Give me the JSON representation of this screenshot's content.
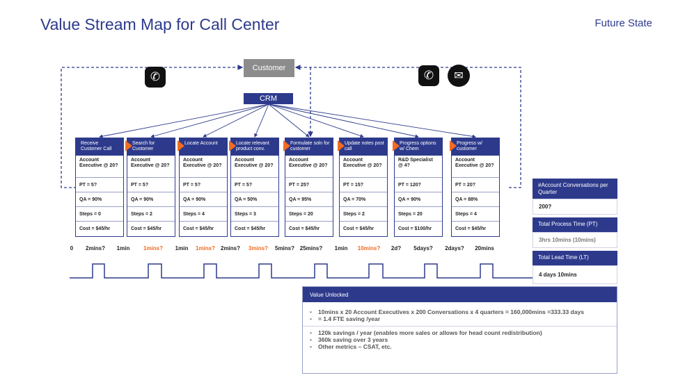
{
  "title": "Value Stream Map for Call Center",
  "state": "Future State",
  "customer": "Customer",
  "crm": "CRM",
  "icons": {
    "phone_left": "phone-icon",
    "phone_right": "phone-icon",
    "mail": "mail-icon"
  },
  "processes": [
    {
      "name": "Receive Customer Call",
      "who": "Account Executive @ 20?",
      "pt": "PT = 5?",
      "qa": "QA = 90%",
      "steps": "Steps = 0",
      "cost": "Cost = $45/hr"
    },
    {
      "name": "Search for Customer",
      "who": "Account Executive @ 20?",
      "pt": "PT = 5?",
      "qa": "QA = 90%",
      "steps": "Steps = 2",
      "cost": "Cost = $45/hr"
    },
    {
      "name": "Locate Account",
      "who": "Account Executive @ 20?",
      "pt": "PT = 5?",
      "qa": "QA = 90%",
      "steps": "Steps = 4",
      "cost": "Cost = $45/hr"
    },
    {
      "name": "Locate relevant product conv.",
      "who": "Account Executive @ 20?",
      "pt": "PT = 5?",
      "qa": "QA = 50%",
      "steps": "Steps = 3",
      "cost": "Cost = $45/hr"
    },
    {
      "name": "Formulate soln for customer",
      "who": "Account Executive @ 20?",
      "pt": "PT = 25?",
      "qa": "QA = 95%",
      "steps": "Steps = 20",
      "cost": "Cost = $45/hr"
    },
    {
      "name": "Update notes post call",
      "who": "Account Executive @ 20?",
      "pt": "PT = 15?",
      "qa": "QA = 70%",
      "steps": "Steps = 2",
      "cost": "Cost = $45/hr"
    },
    {
      "name": "Progress options w/ Chem",
      "who": "R&D Specialist @ 4?",
      "pt": "PT = 120?",
      "qa": "QA = 90%",
      "steps": "Steps = 20",
      "cost": "Cost = $100/hr"
    },
    {
      "name": "Progress w/ customer",
      "who": "Account Executive @ 20?",
      "pt": "PT = 20?",
      "qa": "QA = 88%",
      "steps": "Steps = 4",
      "cost": "Cost = $45/hr"
    }
  ],
  "timeline": [
    {
      "text": "0",
      "orange": false
    },
    {
      "text": "2mins?",
      "orange": false
    },
    {
      "text": "1min",
      "orange": false
    },
    {
      "text": "1mins?",
      "orange": true
    },
    {
      "text": "1min",
      "orange": false
    },
    {
      "text": "1mins?",
      "orange": true
    },
    {
      "text": "2mins?",
      "orange": false
    },
    {
      "text": "3mins?",
      "orange": true
    },
    {
      "text": "5mins?",
      "orange": false
    },
    {
      "text": "25mins?",
      "orange": false
    },
    {
      "text": "1min",
      "orange": false
    },
    {
      "text": "10mins?",
      "orange": true
    },
    {
      "text": "2d?",
      "orange": false
    },
    {
      "text": "5days?",
      "orange": false
    },
    {
      "text": "2days?",
      "orange": false
    },
    {
      "text": "20mins",
      "orange": false
    }
  ],
  "summary": {
    "conversations_label": "#Account Conversations per Quarter",
    "conversations_value": "200?",
    "pt_label": "Total Process Time (PT)",
    "pt_value": "3hrs 10mins (10mins)",
    "lt_label": "Total Lead Time (LT)",
    "lt_value": "4 days 10mins"
  },
  "value_unlocked": {
    "title": "Value Unlocked",
    "group1": [
      "10mins x 20 Account Executives x 200 Conversations x 4 quarters = 160,000mins =333.33 days",
      "= 1.4 FTE saving /year"
    ],
    "group2": [
      "120k savings / year (enables more sales or allows for head count redistribution)",
      "360k saving over 3 years",
      "Other metrics – CSAT, etc."
    ]
  }
}
